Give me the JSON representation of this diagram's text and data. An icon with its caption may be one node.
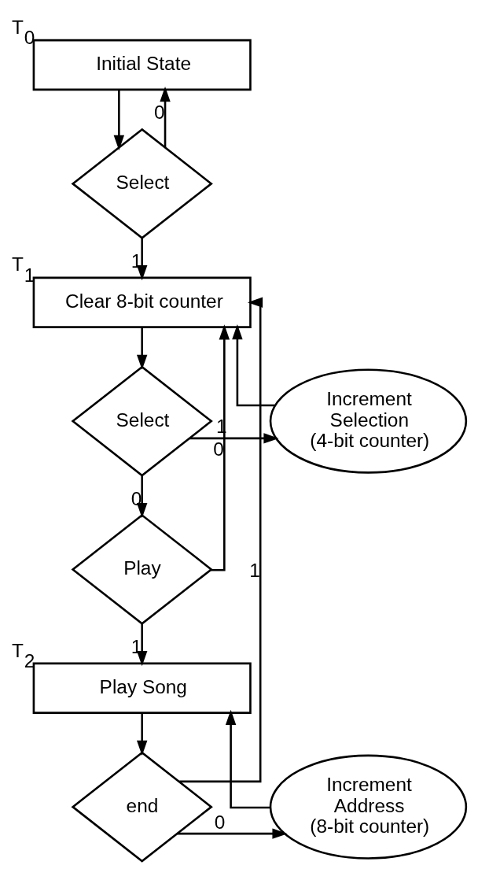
{
  "diagram": {
    "nodes": [
      {
        "text": [
          "Initial State"
        ],
        "beside": [
          "T$_{0}$"
        ]
      },
      {
        "text": [
          "Select"
        ]
      },
      {
        "text": [
          "Clear 8-bit counter"
        ],
        "beside": [
          "T$_{1}$"
        ]
      },
      {
        "text": [
          "Select"
        ]
      },
      {
        "text": [
          "Increment Selection (4-bit counter)"
        ]
      },
      {
        "text": [
          "Play"
        ]
      },
      {
        "text": [
          "Play Song"
        ],
        "beside": [
          "T$_{2}$"
        ]
      },
      {
        "text": [
          "end"
        ]
      },
      {
        "text": [
          "Increment Address (8-bit counter)"
        ]
      }
    ],
    "edges": [
      {
        "from": 0,
        "to": 1,
        "arrow": "to"
      },
      {
        "from": 1,
        "to": 0,
        "arrow": "to",
        "label": "0"
      },
      {
        "from": 1,
        "to": 2,
        "arrow": "to",
        "label": "1"
      },
      {
        "from": 2,
        "to": 3,
        "arrow": "to"
      },
      {
        "from": 3,
        "to": 4,
        "arrow": "to",
        "label": "1"
      },
      {
        "from": 4,
        "to": 2,
        "arrow": "to"
      },
      {
        "from": 3,
        "to": 5,
        "arrow": "to",
        "label": "0"
      },
      {
        "from": 5,
        "to": 2,
        "arrow": "to",
        "label": "0"
      },
      {
        "from": 5,
        "to": 6,
        "arrow": "to",
        "label": "1"
      },
      {
        "from": 6,
        "to": 7,
        "arrow": "to"
      },
      {
        "from": 7,
        "to": 8,
        "arrow": "to",
        "label": "0"
      },
      {
        "from": 8,
        "to": 6,
        "arrow": "to"
      },
      {
        "from": 7,
        "to": 2,
        "arrow": "to",
        "label": "1"
      }
    ]
  }
}
